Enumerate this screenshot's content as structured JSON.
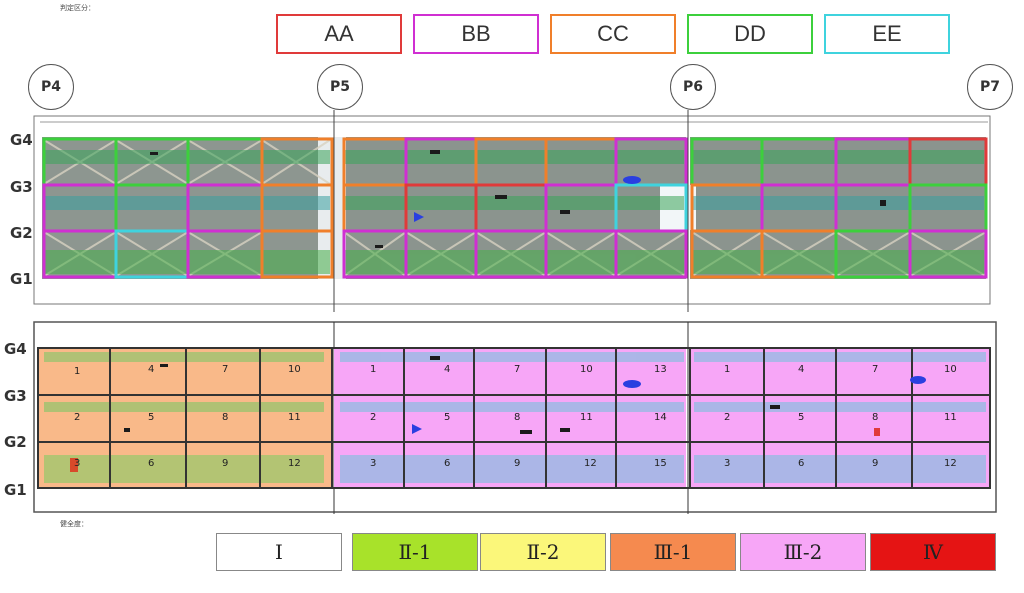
{
  "header": {
    "judgment_label": "判定区分："
  },
  "legend": [
    {
      "label": "AA",
      "color": "#e03a3a"
    },
    {
      "label": "BB",
      "color": "#d02fd2"
    },
    {
      "label": "CC",
      "color": "#f07f2a"
    },
    {
      "label": "DD",
      "color": "#3cd03c"
    },
    {
      "label": "EE",
      "color": "#3fd3de"
    }
  ],
  "piers": [
    "P4",
    "P5",
    "P6",
    "P7"
  ],
  "girders": [
    "G4",
    "G3",
    "G2",
    "G1"
  ],
  "health_label": "健全度：",
  "health_legend": [
    {
      "label": "I",
      "color": "#ffffff"
    },
    {
      "label": "Ⅱ-1",
      "color": "#a8e22a"
    },
    {
      "label": "Ⅱ-2",
      "color": "#fbf77a"
    },
    {
      "label": "Ⅲ-1",
      "color": "#f58a4f"
    },
    {
      "label": "Ⅲ-2",
      "color": "#f7a6f7"
    },
    {
      "label": "Ⅳ",
      "color": "#e51414"
    }
  ],
  "lower_spans": [
    {
      "fill": "#f9b989",
      "cells": [
        "1",
        "4",
        "7",
        "10",
        "2",
        "5",
        "8",
        "11",
        "3",
        "6",
        "9",
        "12"
      ]
    },
    {
      "fill": "#f7a6f7",
      "cells": [
        "1",
        "4",
        "7",
        "10",
        "13",
        "2",
        "5",
        "8",
        "11",
        "14",
        "3",
        "6",
        "9",
        "12",
        "15"
      ]
    },
    {
      "fill": "#f7a6f7",
      "cells": [
        "1",
        "4",
        "7",
        "10",
        "2",
        "5",
        "8",
        "11",
        "3",
        "6",
        "9",
        "12"
      ]
    }
  ]
}
